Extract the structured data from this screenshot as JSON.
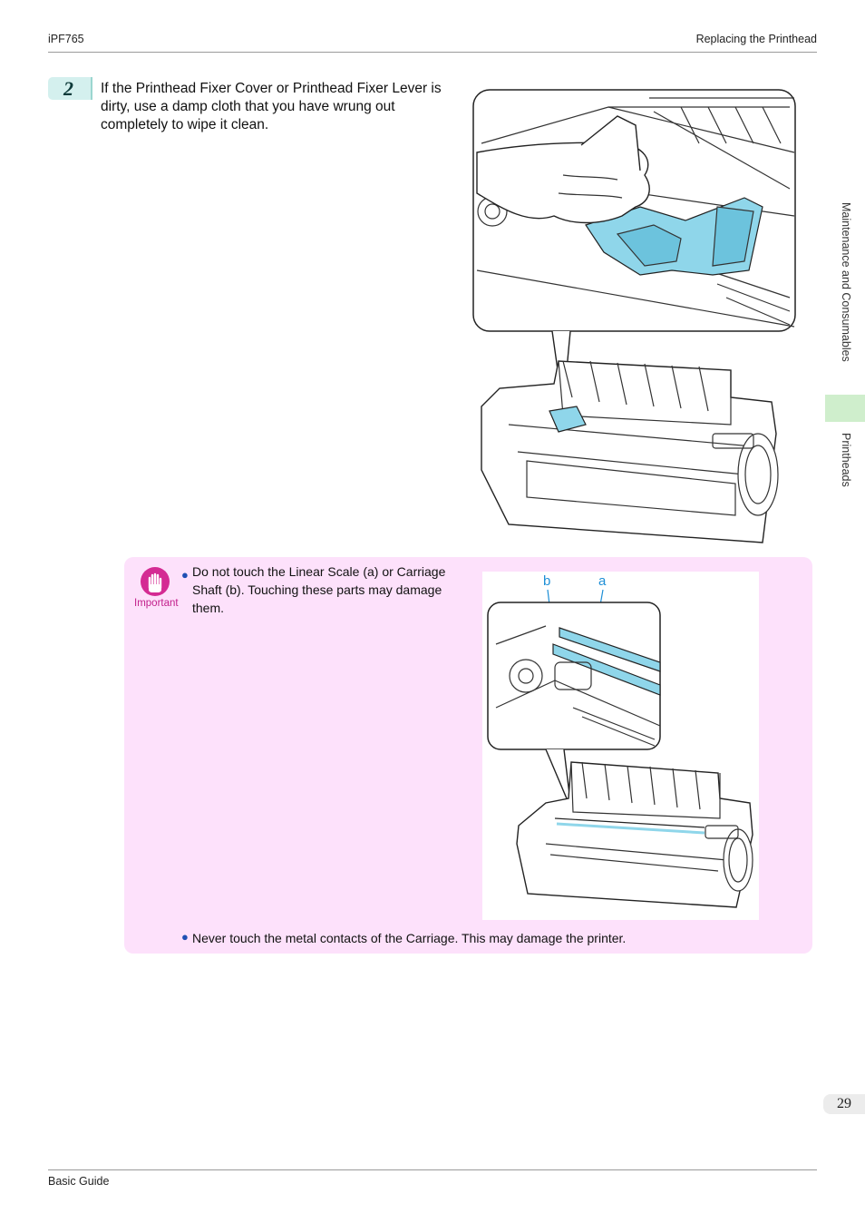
{
  "header": {
    "left": "iPF765",
    "right": "Replacing the Printhead"
  },
  "step": {
    "number": "2",
    "text": "If the Printhead Fixer Cover or Printhead Fixer Lever is dirty, use a damp cloth that you have wrung out completely to wipe it clean."
  },
  "side_tabs": {
    "section": "Maintenance and Consumables",
    "subsection": "Printheads"
  },
  "page_number": "29",
  "important": {
    "label": "Important",
    "bullets": [
      "Do not touch the Linear Scale (a) or Carriage Shaft (b). Touching these parts may damage them.",
      "Never touch the metal contacts of the Carriage. This may damage the printer."
    ],
    "figure_labels": {
      "b": "b",
      "a": "a"
    }
  },
  "colors": {
    "accent_teal": "#d4f0ee",
    "important_bg": "#fde1fb",
    "important_icon": "#c21f8b",
    "highlight_blue": "#8fd6ea",
    "side_tab": "#cfeecc"
  },
  "footer": "Basic Guide"
}
